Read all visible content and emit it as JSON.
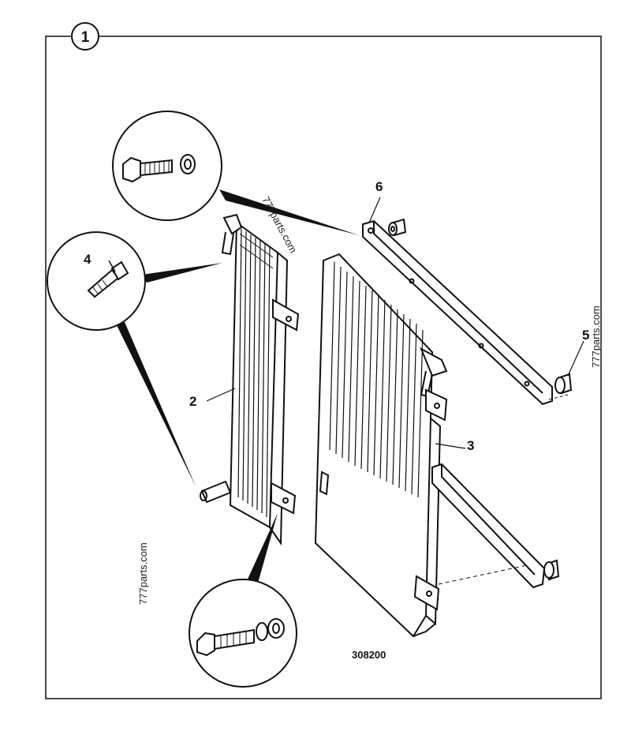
{
  "figure": {
    "number": "1",
    "drawing_number": "308200",
    "callouts": [
      "2",
      "3",
      "4",
      "5",
      "6"
    ],
    "watermarks": [
      "777parts.com",
      "777parts.com",
      "777parts.com"
    ]
  },
  "colors": {
    "ink": "#111111",
    "paper": "#ffffff"
  }
}
